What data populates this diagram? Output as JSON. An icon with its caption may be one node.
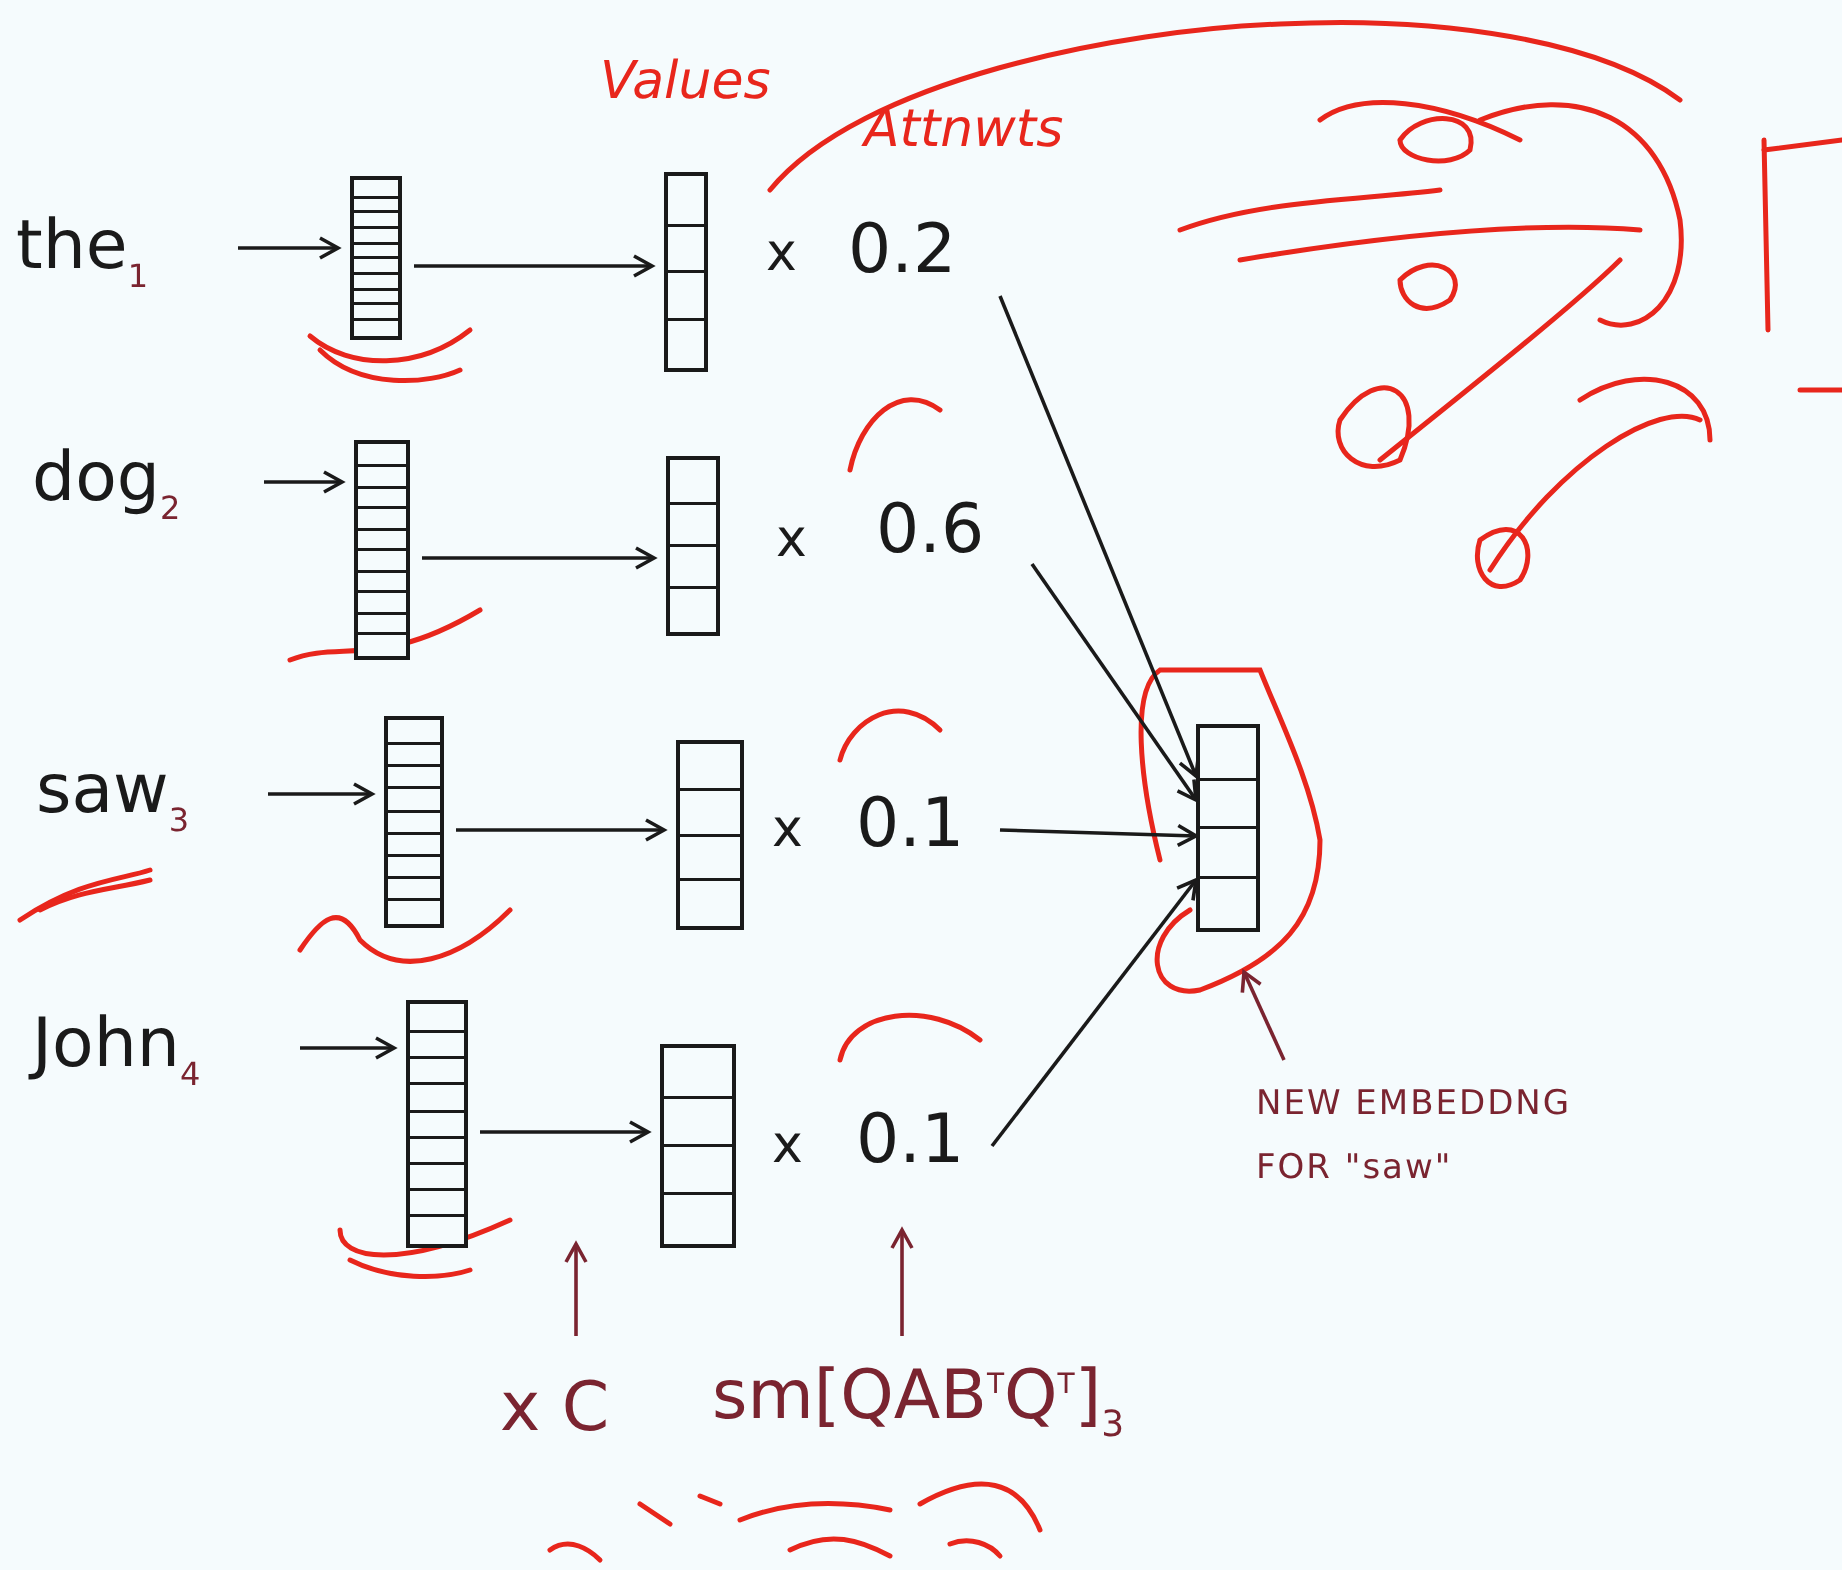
{
  "diagram": {
    "nodes": [
      {
        "text": [
          "the$_{1}$"
        ]
      },
      {
        "text": [],
        "shape": "bar"
      },
      {
        "text": [],
        "shape": "bar"
      },
      {
        "text": [
          "0.2"
        ]
      },
      {
        "text": [
          "dog$_{2}$"
        ]
      },
      {
        "text": [],
        "shape": "bar"
      },
      {
        "text": [],
        "shape": "bar"
      },
      {
        "text": [
          "0.6"
        ]
      },
      {
        "text": [
          "saw$_{3}$"
        ]
      },
      {
        "text": [],
        "shape": "bar"
      },
      {
        "text": [],
        "shape": "bar"
      },
      {
        "text": [
          "0.1"
        ]
      },
      {
        "text": [
          "John$_{4}$"
        ]
      },
      {
        "text": [],
        "shape": "bar"
      },
      {
        "text": [],
        "shape": "bar"
      },
      {
        "text": [
          "0.1"
        ]
      },
      {
        "text": [],
        "shape": "bar"
      },
      {
        "text": [
          "NEW EMBEDDNG FOR \"saw\""
        ]
      },
      {
        "text": [
          "x C"
        ]
      },
      {
        "text": [
          "sm[QAB$^{T}$Q$^{T}$]$_{3}$"
        ]
      }
    ],
    "edges": [
      {
        "from": 0,
        "to": 1,
        "arrow": "to"
      },
      {
        "from": 1,
        "to": 2,
        "arrow": "to"
      },
      {
        "from": 4,
        "to": 5,
        "arrow": "to"
      },
      {
        "from": 5,
        "to": 6,
        "arrow": "to"
      },
      {
        "from": 8,
        "to": 9,
        "arrow": "to"
      },
      {
        "from": 9,
        "to": 10,
        "arrow": "to"
      },
      {
        "from": 12,
        "to": 13,
        "arrow": "to"
      },
      {
        "from": 13,
        "to": 14,
        "arrow": "to"
      },
      {
        "from": 3,
        "to": 16,
        "arrow": "to"
      },
      {
        "from": 7,
        "to": 16,
        "arrow": "to"
      },
      {
        "from": 11,
        "to": 16,
        "arrow": "to"
      },
      {
        "from": 15,
        "to": 16,
        "arrow": "to"
      },
      {
        "from": 17,
        "to": 16,
        "arrow": "to",
        "color": "#7a2430"
      },
      {
        "from": 18,
        "to": null,
        "arrow": "to",
        "color": "#7a2430"
      },
      {
        "from": 19,
        "to": 15,
        "arrow": "to",
        "color": "#7a2430"
      }
    ],
    "labels": [
      "Values",
      "Attnwts",
      "x",
      "x",
      "x",
      "x"
    ]
  }
}
